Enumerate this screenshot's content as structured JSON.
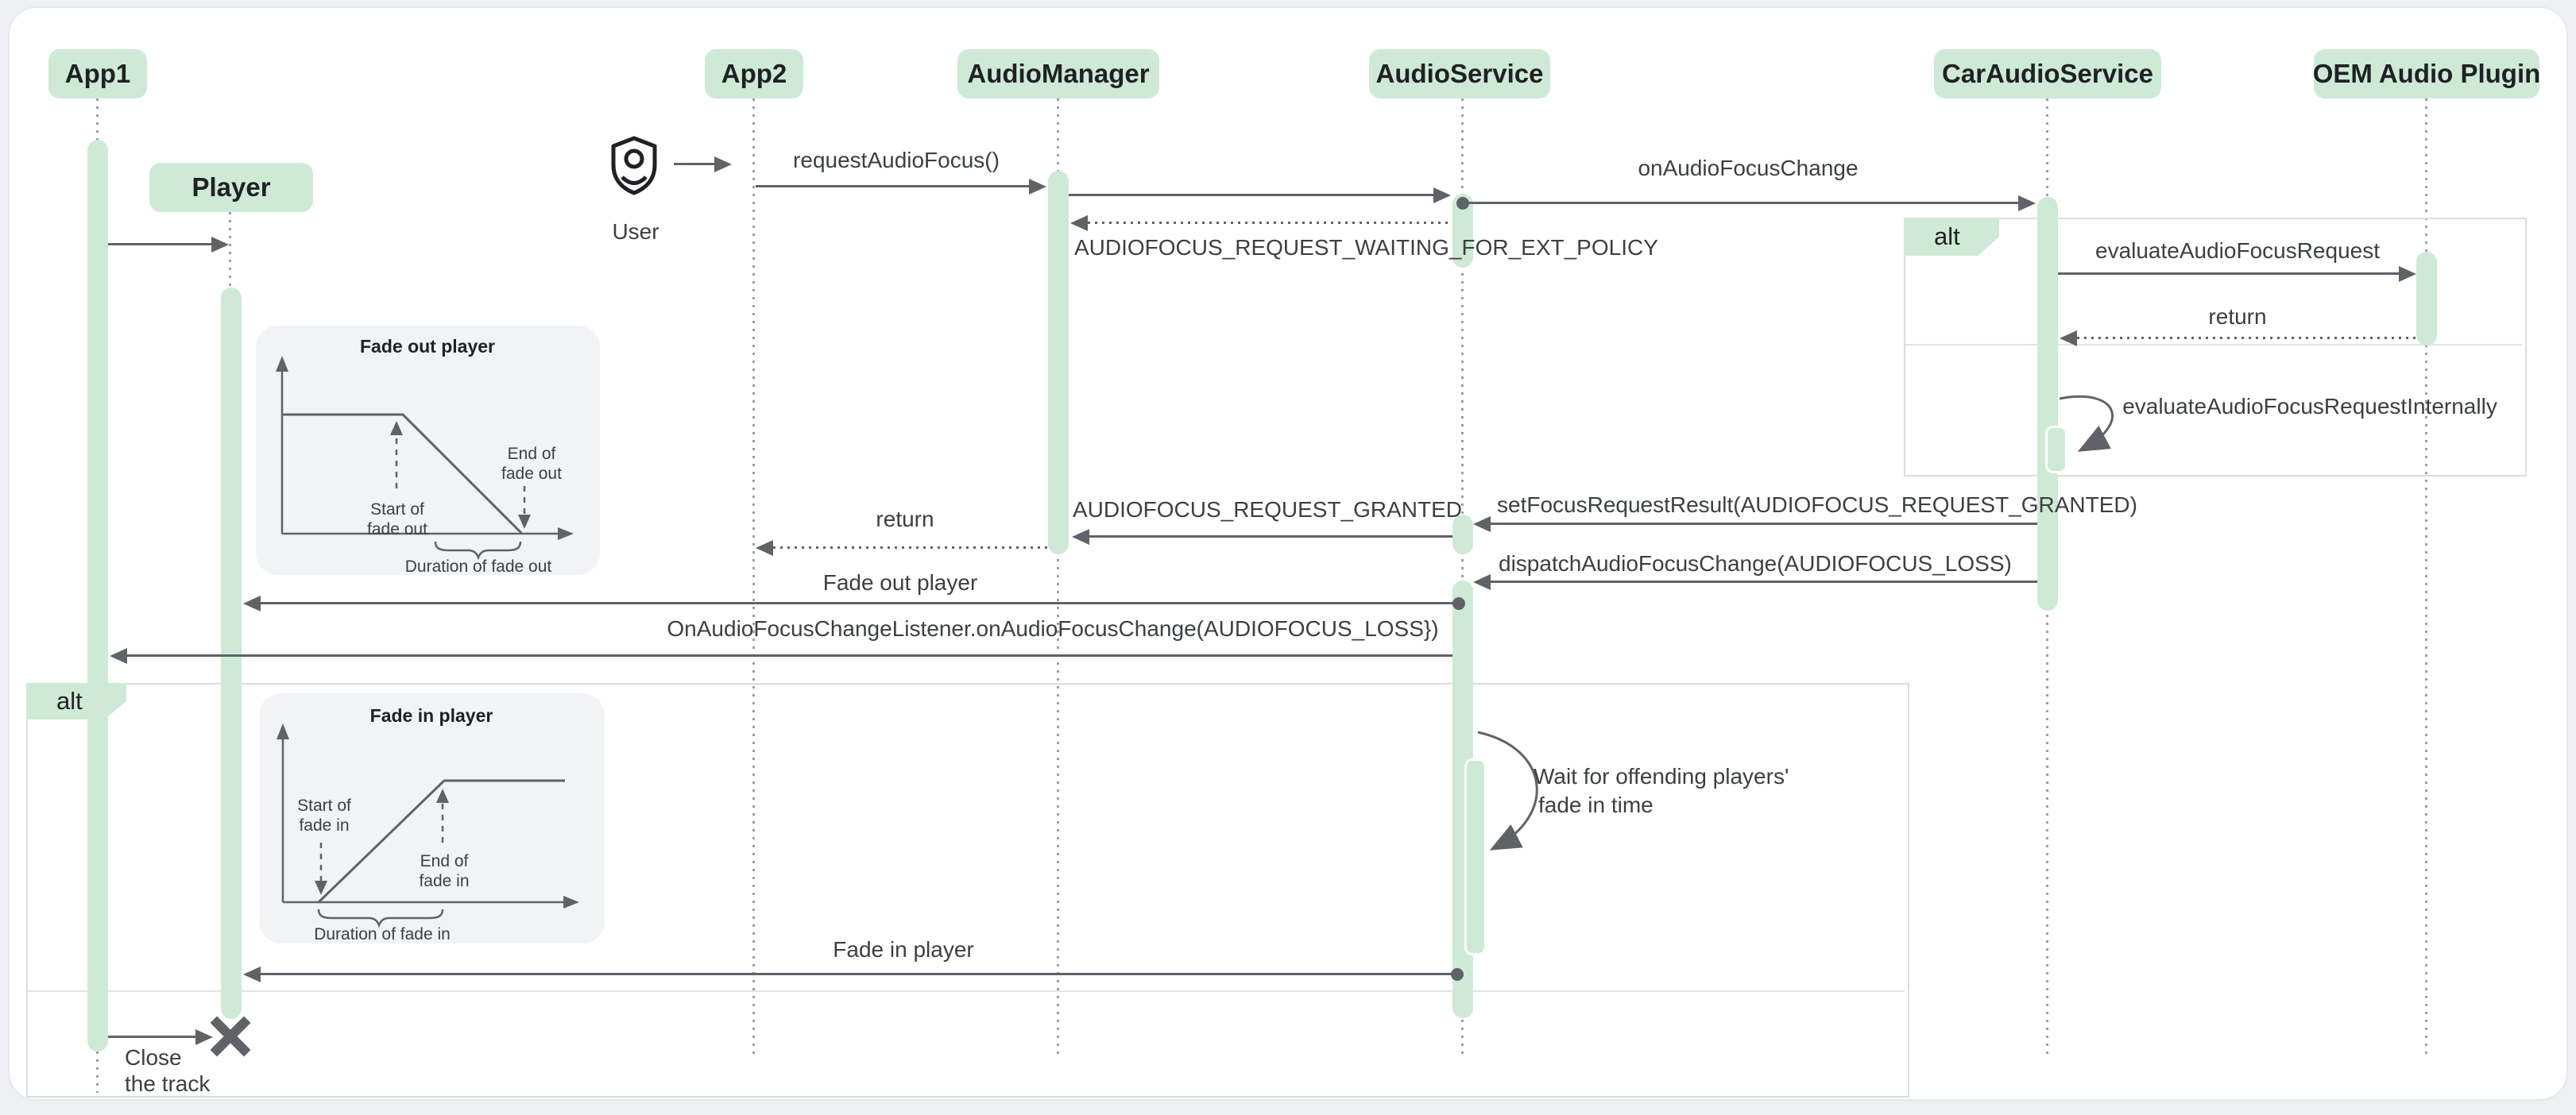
{
  "participants": {
    "app1": "App1",
    "player": "Player",
    "app2": "App2",
    "audio_manager": "AudioManager",
    "audio_service": "AudioService",
    "car_audio_service": "CarAudioService",
    "oem_plugin": "OEM Audio Plugin"
  },
  "actor": {
    "label": "User"
  },
  "frames": {
    "alt_right": "alt",
    "alt_left": "alt"
  },
  "messages": {
    "request_audio_focus": "requestAudioFocus()",
    "on_audio_focus_change": "onAudioFocusChange",
    "waiting_ext_policy": "AUDIOFOCUS_REQUEST_WAITING_FOR_EXT_POLICY",
    "evaluate_audio_focus_request": "evaluateAudioFocusRequest",
    "return_oem": "return",
    "evaluate_internally": "evaluateAudioFocusRequestInternally",
    "set_focus_request_result": "setFocusRequestResult(AUDIOFOCUS_REQUEST_GRANTED)",
    "request_granted": "AUDIOFOCUS_REQUEST_GRANTED",
    "return_app2": "return",
    "dispatch_focus_change": "dispatchAudioFocusChange(AUDIOFOCUS_LOSS)",
    "fade_out_player": "Fade out player",
    "on_focus_change_listener": "OnAudioFocusChangeListener.onAudioFocusChange(AUDIOFOCUS_LOSS})",
    "wait_line1": "Wait for offending players'",
    "wait_line2": "fade in time",
    "fade_in_player": "Fade in player",
    "close_line1": "Close",
    "close_line2": "the track"
  },
  "charts": {
    "fade_out": {
      "title": "Fade out player",
      "start_line1": "Start of",
      "start_line2": "fade out",
      "end_line1": "End of",
      "end_line2": "fade out",
      "duration": "Duration of fade out"
    },
    "fade_in": {
      "title": "Fade in player",
      "start_line1": "Start of",
      "start_line2": "fade in",
      "end_line1": "End of",
      "end_line2": "fade in",
      "duration": "Duration of fade in"
    }
  },
  "colors": {
    "green": "#ceead6",
    "arrow": "#5f6368",
    "text": "#3c4043",
    "heading": "#202124",
    "lifeline": "#9aa0a6",
    "frame": "#dadce0",
    "inset": "#f1f3f4",
    "card": "#ffffff",
    "page": "#eef0f3"
  }
}
